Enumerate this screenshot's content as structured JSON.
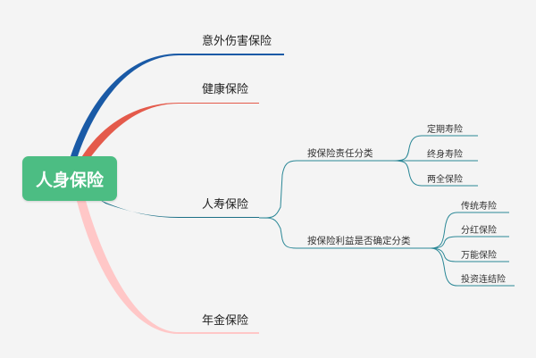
{
  "root": {
    "label": "人身保险",
    "color": "#4cbd83"
  },
  "branches": [
    {
      "label": "意外伤害保险",
      "color": "#1a5aa6"
    },
    {
      "label": "健康保险",
      "color": "#e45a4b"
    },
    {
      "label": "人寿保险",
      "color": "#1a6f86"
    },
    {
      "label": "年金保险",
      "color": "#ffc7c7"
    }
  ],
  "life": {
    "groups": [
      {
        "label": "按保险责任分类",
        "items": [
          "定期寿险",
          "终身寿险",
          "两全保险"
        ]
      },
      {
        "label": "按保险利益是否确定分类",
        "items": [
          "传统寿险",
          "分红保险",
          "万能保险",
          "投资连结险"
        ]
      }
    ],
    "line_color": "#2a8796"
  }
}
